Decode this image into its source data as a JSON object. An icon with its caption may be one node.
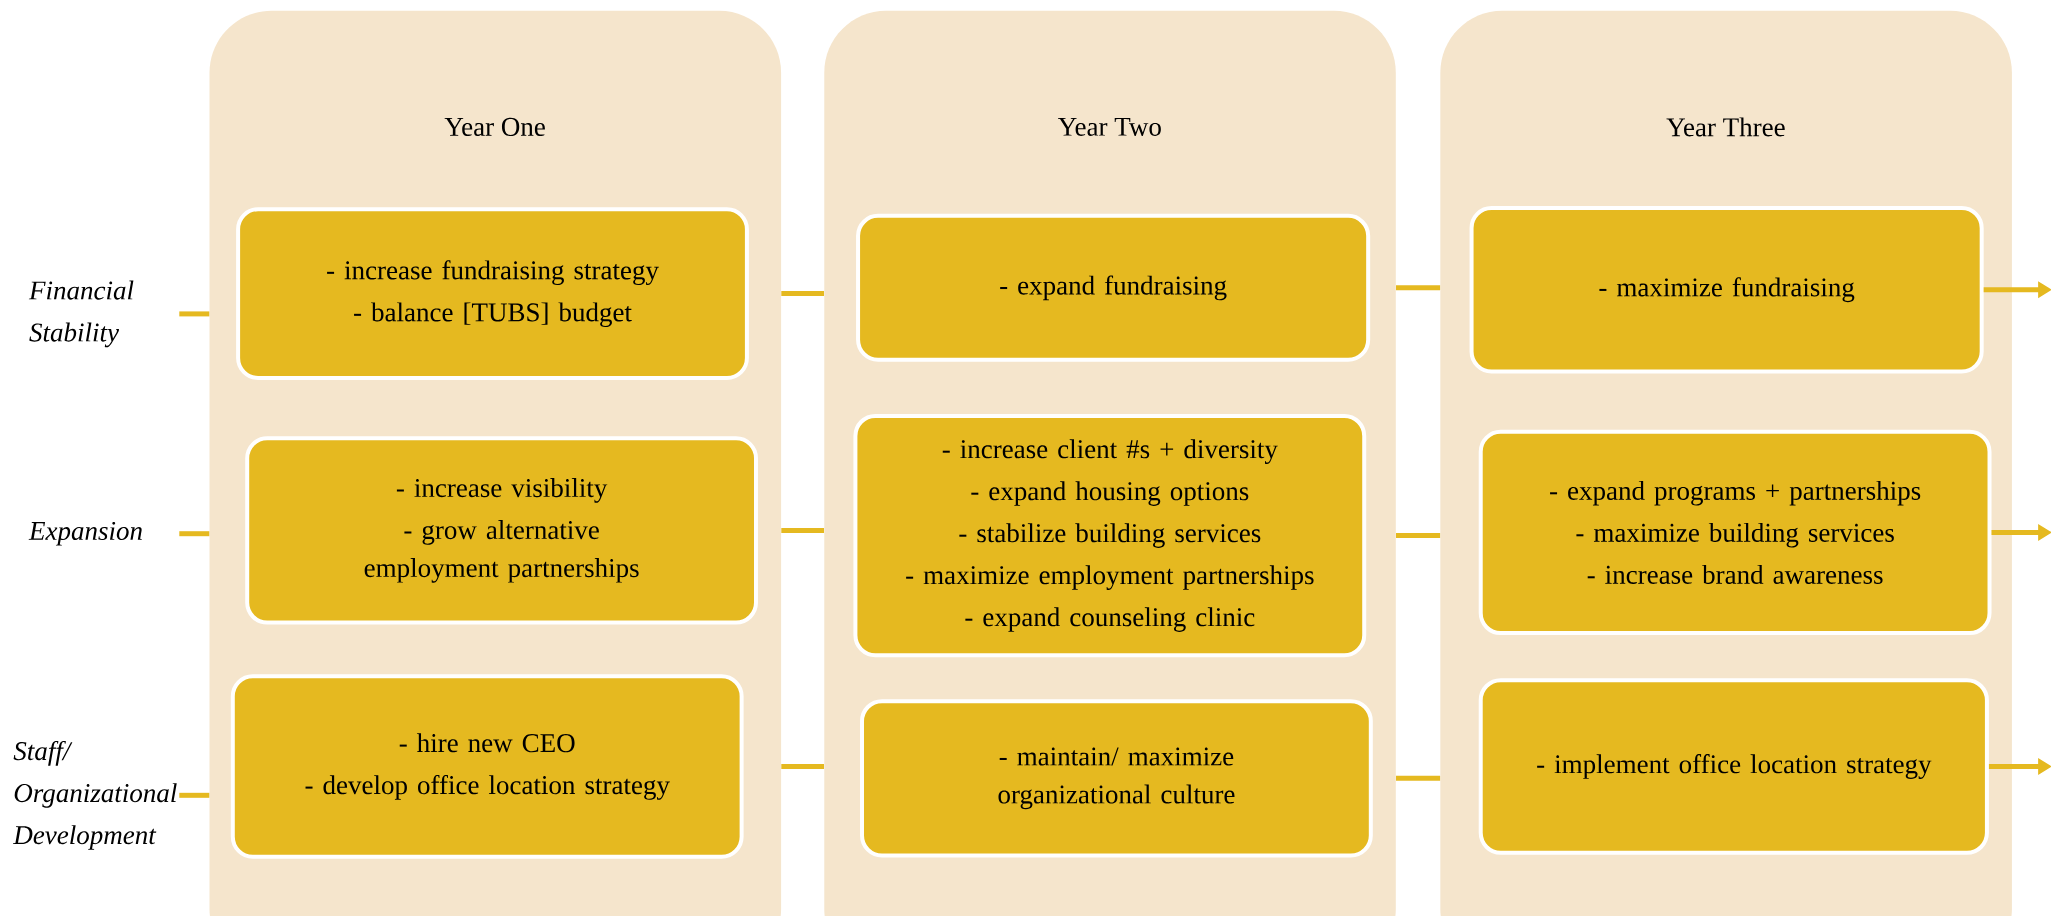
{
  "diagram": {
    "nodes": [
      {
        "text": [
          "Year One"
        ]
      },
      {
        "text": [
          "- increase fundraising strategy",
          "- balance [TUBS] budget"
        ],
        "in": 0
      },
      {
        "text": [
          "- increase visibility",
          "- grow alternative employment partnerships"
        ],
        "in": 0
      },
      {
        "text": [
          "- hire new CEO",
          "- develop office location strategy"
        ],
        "in": 0
      },
      {
        "text": [
          "Year Two"
        ]
      },
      {
        "text": [
          "- expand fundraising"
        ],
        "in": 4
      },
      {
        "text": [
          "- increase client #s + diversity",
          "- expand housing options",
          "- stabilize building services",
          "- maximize employment partnerships",
          "- expand counseling clinic"
        ],
        "in": 4
      },
      {
        "text": [
          "- maintain/ maximize organizational culture"
        ],
        "in": 4
      },
      {
        "text": [
          "Year Three"
        ]
      },
      {
        "text": [
          "- maximize fundraising"
        ],
        "in": 8
      },
      {
        "text": [
          "- expand programs + partnerships",
          "- maximize building services",
          "- increase brand awareness"
        ],
        "in": 8
      },
      {
        "text": [
          "- implement office location strategy"
        ],
        "in": 8
      },
      {
        "text": [
          "Financial Stability"
        ]
      },
      {
        "text": [
          "Expansion"
        ]
      },
      {
        "text": [
          "Staff/ Organizational Development"
        ]
      }
    ],
    "edges": [
      {
        "from": 12,
        "to": 1,
        "arrow": "none"
      },
      {
        "from": 1,
        "to": 5,
        "arrow": "none"
      },
      {
        "from": 5,
        "to": 9,
        "arrow": "none"
      },
      {
        "from": 9,
        "to": null,
        "arrow": "to"
      },
      {
        "from": 13,
        "to": 2,
        "arrow": "none"
      },
      {
        "from": 2,
        "to": 6,
        "arrow": "none"
      },
      {
        "from": 6,
        "to": 10,
        "arrow": "none"
      },
      {
        "from": 10,
        "to": null,
        "arrow": "to"
      },
      {
        "from": 14,
        "to": 3,
        "arrow": "none"
      },
      {
        "from": 3,
        "to": 7,
        "arrow": "none"
      },
      {
        "from": 7,
        "to": 11,
        "arrow": "none"
      },
      {
        "from": 11,
        "to": null,
        "arrow": "to"
      }
    ]
  }
}
